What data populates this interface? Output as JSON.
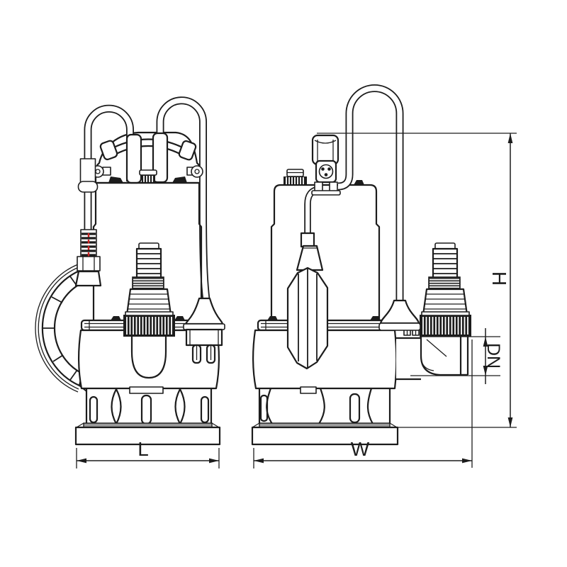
{
  "drawing": {
    "dimension_labels": {
      "length": "L",
      "width": "W",
      "height": "H",
      "outlet_diameter": "DN"
    },
    "colors": {
      "line": "#1c1c1c",
      "accent_red": "#cc2222",
      "plate_gray": "#9a9a9a",
      "background": "#ffffff"
    }
  }
}
